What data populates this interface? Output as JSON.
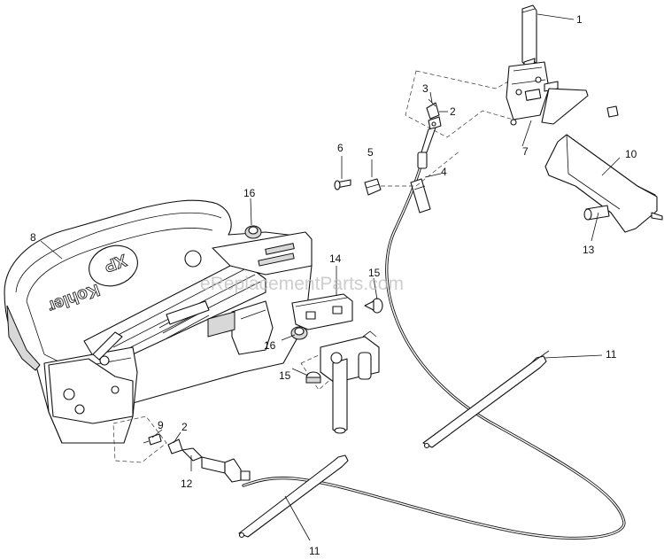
{
  "watermark": "eReplacementParts.com",
  "engine_emboss": {
    "model": "XP",
    "brand": "Kohler"
  },
  "callouts": [
    {
      "id": "c1",
      "label": "1"
    },
    {
      "id": "c2a",
      "label": "2"
    },
    {
      "id": "c2b",
      "label": "2"
    },
    {
      "id": "c3",
      "label": "3"
    },
    {
      "id": "c4",
      "label": "4"
    },
    {
      "id": "c5",
      "label": "5"
    },
    {
      "id": "c6",
      "label": "6"
    },
    {
      "id": "c7",
      "label": "7"
    },
    {
      "id": "c8",
      "label": "8"
    },
    {
      "id": "c9",
      "label": "9"
    },
    {
      "id": "c10",
      "label": "10"
    },
    {
      "id": "c11a",
      "label": "11"
    },
    {
      "id": "c11b",
      "label": "11"
    },
    {
      "id": "c12",
      "label": "12"
    },
    {
      "id": "c13",
      "label": "13"
    },
    {
      "id": "c14",
      "label": "14"
    },
    {
      "id": "c15a",
      "label": "15"
    },
    {
      "id": "c15b",
      "label": "15"
    },
    {
      "id": "c16a",
      "label": "16"
    },
    {
      "id": "c16b",
      "label": "16"
    }
  ]
}
